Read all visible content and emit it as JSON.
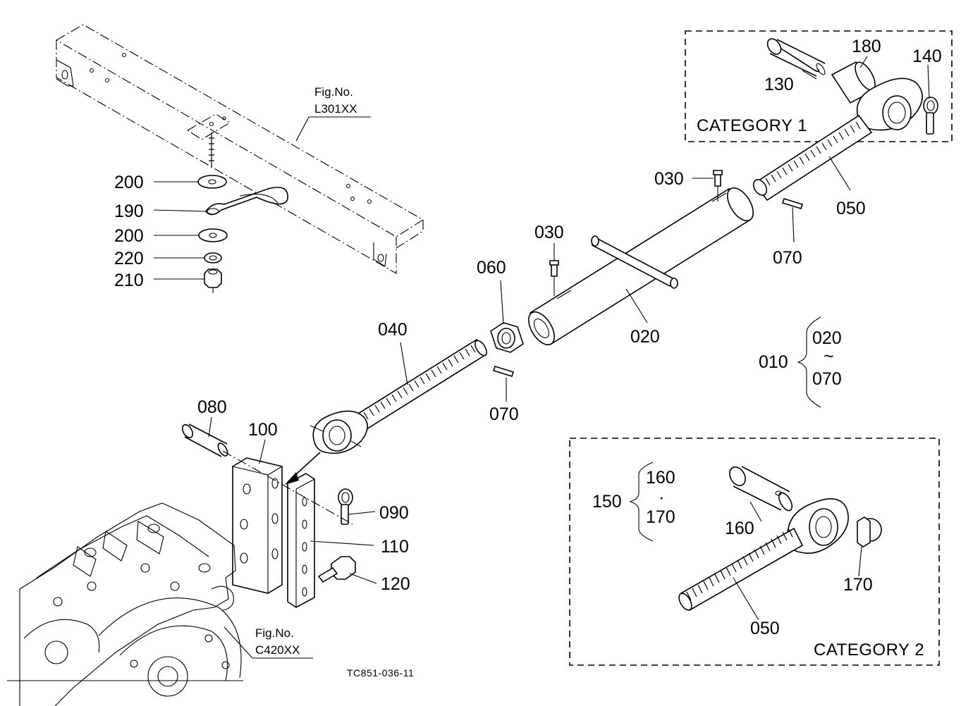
{
  "figure_refs": {
    "top": {
      "line1": "Fig.No.",
      "line2": "L301XX"
    },
    "bottom": {
      "line1": "Fig.No.",
      "line2": "C420XX"
    }
  },
  "boxes": {
    "category1": "CATEGORY  1",
    "category2": "CATEGORY  2"
  },
  "parts": {
    "p200a": "200",
    "p190": "190",
    "p200b": "200",
    "p220": "220",
    "p210": "210",
    "p130": "130",
    "p180": "180",
    "p140": "140",
    "p030a": "030",
    "p050a": "050",
    "p070a": "070",
    "p030b": "030",
    "p060": "060",
    "p020": "020",
    "p040": "040",
    "p070b": "070",
    "p010": "010",
    "p080": "080",
    "p100": "100",
    "p090": "090",
    "p110": "110",
    "p120": "120",
    "p150": "150",
    "p160": "160",
    "p170": "170",
    "p050b": "050"
  },
  "groups": {
    "g010": {
      "from": "020",
      "sep": "~",
      "to": "070"
    },
    "g150": {
      "from": "160",
      "sep": "·",
      "to": "170"
    }
  },
  "drawing_code": "TC851-036-11"
}
